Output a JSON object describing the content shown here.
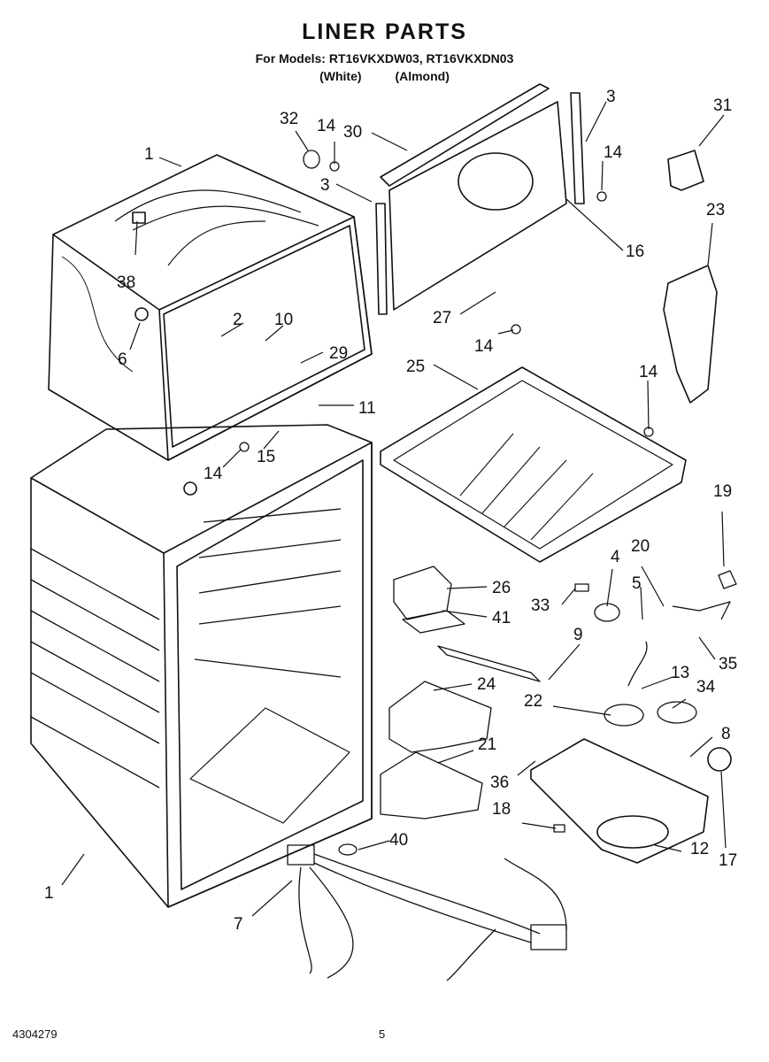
{
  "header": {
    "title": "LINER PARTS",
    "models_line": "For Models: RT16VKXDW03, RT16VKXDN03",
    "color_white": "(White)",
    "color_almond": "(Almond)"
  },
  "callouts": [
    "1",
    "1",
    "2",
    "3",
    "3",
    "4",
    "5",
    "6",
    "7",
    "8",
    "9",
    "10",
    "11",
    "12",
    "13",
    "14",
    "14",
    "14",
    "14",
    "14",
    "15",
    "16",
    "17",
    "18",
    "19",
    "20",
    "21",
    "22",
    "23",
    "24",
    "25",
    "26",
    "27",
    "29",
    "30",
    "31",
    "32",
    "33",
    "34",
    "35",
    "36",
    "38",
    "40",
    "41"
  ],
  "footer": {
    "doc_number": "4304279",
    "page_number": "5"
  }
}
